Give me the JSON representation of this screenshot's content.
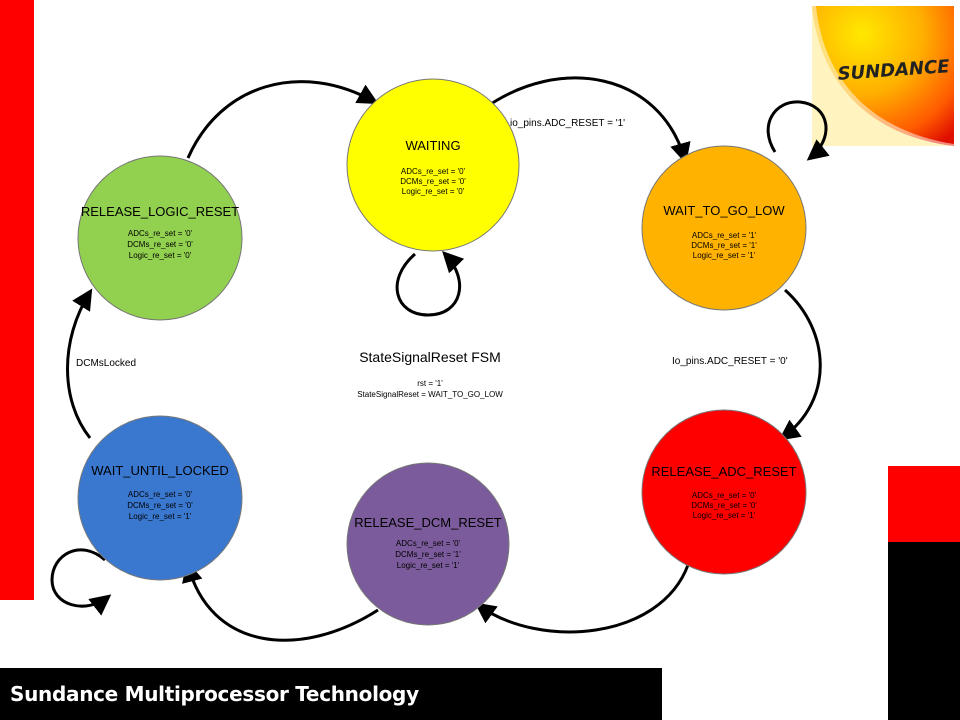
{
  "brand": {
    "logo_text": "SUNDANCE",
    "footer_text": "Sundance Multiprocessor Technology",
    "colors": {
      "red": "#ff0000",
      "black": "#000000"
    }
  },
  "diagram": {
    "title": "StateSignalReset FSM",
    "title_lines": [
      "rst = '1'",
      "StateSignalReset = WAIT_TO_GO_LOW"
    ],
    "states": [
      {
        "name": "WAITING",
        "color": "#ffff00",
        "lines": [
          "ADCs_re_set = '0'",
          "DCMs_re_set = '0'",
          "Logic_re_set = '0'"
        ]
      },
      {
        "name": "WAIT_TO_GO_LOW",
        "color": "#ffb300",
        "lines": [
          "ADCs_re_set = '1'",
          "DCMs_re_set = '1'",
          "Logic_re_set = '1'"
        ]
      },
      {
        "name": "RELEASE_ADC_RESET",
        "color": "#ff0000",
        "lines": [
          "ADCs_re_set = '0'",
          "DCMs_re_set = '0'",
          "Logic_re_set = '1'"
        ]
      },
      {
        "name": "RELEASE_DCM_RESET",
        "color": "#7b5b9b",
        "lines": [
          "ADCs_re_set = '0'",
          "DCMs_re_set = '1'",
          "Logic_re_set = '1'"
        ]
      },
      {
        "name": "WAIT_UNTIL_LOCKED",
        "color": "#3a78d0",
        "lines": [
          "ADCs_re_set = '0'",
          "DCMs_re_set = '0'",
          "Logic_re_set = '1'"
        ]
      },
      {
        "name": "RELEASE_LOGIC_RESET",
        "color": "#92d050",
        "lines": [
          "ADCs_re_set = '0'",
          "DCMs_re_set = '0'",
          "Logic_re_set = '0'"
        ]
      }
    ],
    "transitions": [
      {
        "from": "WAITING",
        "to": "WAIT_TO_GO_LOW",
        "label": "io_pins.ADC_RESET = '1'"
      },
      {
        "from": "WAIT_TO_GO_LOW",
        "to": "RELEASE_ADC_RESET",
        "label": "Io_pins.ADC_RESET = '0'"
      },
      {
        "from": "WAIT_UNTIL_LOCKED",
        "to": "RELEASE_LOGIC_RESET",
        "label": "DCMsLocked"
      }
    ]
  }
}
